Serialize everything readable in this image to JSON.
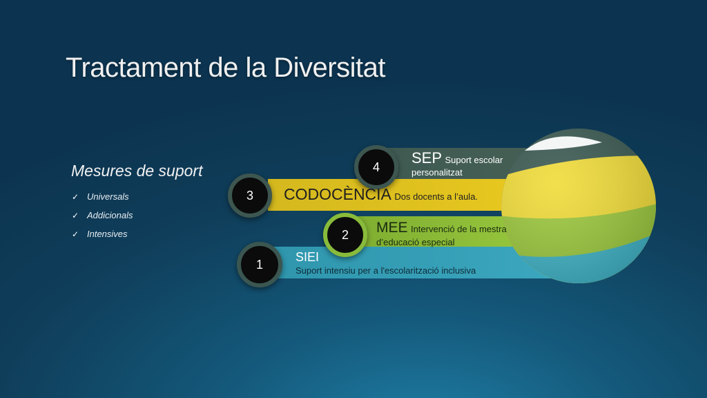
{
  "slide": {
    "title": "Tractament de la Diversitat"
  },
  "supports": {
    "heading": "Mesures de suport",
    "items": [
      "Universals",
      "Addicionals",
      "Intensives"
    ]
  },
  "levels": [
    {
      "number": "1",
      "name": "SIEI",
      "description": "Suport intensiu per a l'escolarització inclusiva",
      "color": "#3ba7bf"
    },
    {
      "number": "2",
      "name": "MEE",
      "description": "Intervenció de la mestra d’educació especial",
      "color": "#95c43c"
    },
    {
      "number": "3",
      "name": "CODOCÈNCIA",
      "description": "Dos docents a l’aula.",
      "color": "#e8c81f"
    },
    {
      "number": "4",
      "name": "SEP",
      "description": "Suport escolar personalitzat",
      "color": "#455f55"
    }
  ]
}
